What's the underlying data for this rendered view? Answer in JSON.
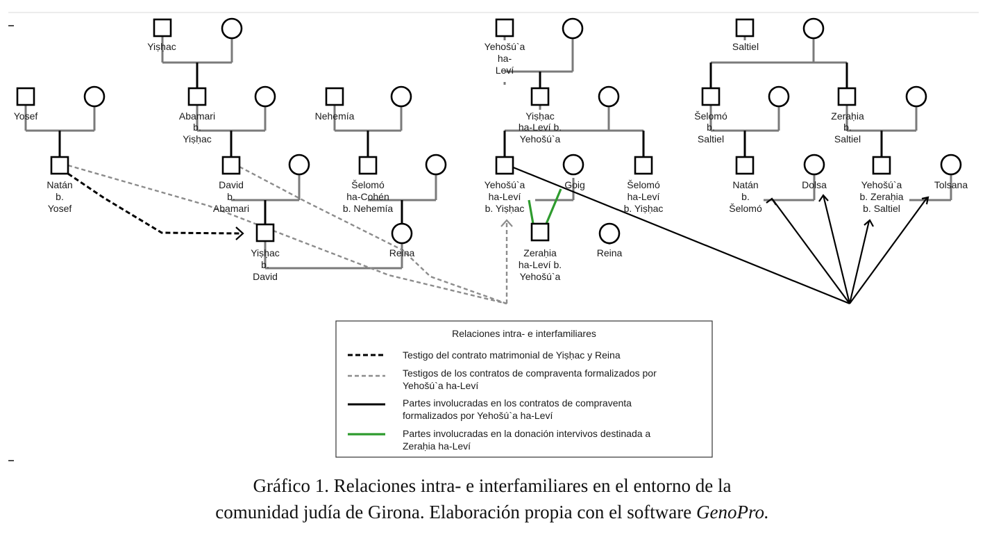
{
  "people": {
    "yishac_1": "Yiṣḥac",
    "yosef": "Yosef",
    "abamari": [
      "Abamari",
      "b.",
      "Yiṣḥac"
    ],
    "nehemia": "Nehemía",
    "natan_yosef": [
      "Natán",
      "b.",
      "Yosef"
    ],
    "david": [
      "David",
      "b.",
      "Abamari"
    ],
    "selomo_cohen": [
      "Šelomó",
      "ha-Cohén",
      "b. Nehemía"
    ],
    "yishac_david": [
      "Yiṣḥac",
      "b.",
      "David"
    ],
    "reina_1": "Reina",
    "yehosua_levi_1": [
      "Yehošú`a",
      "ha-",
      "Leví"
    ],
    "yishac_levi": [
      "Yiṣḥac",
      "ha-Leví b.",
      "Yehošú`a"
    ],
    "yehosua_levi_2": [
      "Yehošú`a",
      "ha-Leví",
      "b. Yiṣḥac"
    ],
    "goig": "Goig",
    "selomo_levi": [
      "Šelomó",
      "ha-Leví",
      "b. Yiṣḥac"
    ],
    "zerahia_levi": [
      "Zeraḥia",
      "ha-Leví b.",
      "Yehošú`a"
    ],
    "reina_2": "Reina",
    "saltiel": "Saltiel",
    "selomo_saltiel": [
      "Šelomó",
      "b.",
      "Saltiel"
    ],
    "zerahia_saltiel": [
      "Zeraḥia",
      "b.",
      "Saltiel"
    ],
    "natan_selomo": [
      "Natán",
      "b.",
      "Šelomó"
    ],
    "dolsa": "Dolsa",
    "yehosua_zerahia": [
      "Yehošú`a",
      "b. Zeraḥia",
      "b. Saltiel"
    ],
    "tolsana": "Tolsana"
  },
  "legend": {
    "title": "Relaciones intra- e interfamiliares",
    "items": [
      {
        "style": "dashed-black",
        "color": "#000000",
        "lines": [
          "Testigo del contrato matrimonial de Yiṣḥac y Reina"
        ]
      },
      {
        "style": "dashed-gray",
        "color": "#8c8c8c",
        "lines": [
          "Testigos de los contratos de compraventa formalizados por",
          "Yehošú`a ha-Leví"
        ]
      },
      {
        "style": "solid-black",
        "color": "#000000",
        "lines": [
          "Partes involucradas en los contratos de compraventa",
          "formalizados por Yehošú`a ha-Leví"
        ]
      },
      {
        "style": "solid-green",
        "color": "#2e9b2e",
        "lines": [
          "Partes involucradas en la donación intervivos destinada a",
          "Zeraḥia ha-Leví"
        ]
      }
    ]
  },
  "caption": {
    "line1": "Gráfico 1. Relaciones intra- e interfamiliares en el entorno de la",
    "line2_main": "comunidad judía de Girona. Elaboración propia con el software ",
    "line2_italic": "GenoPro."
  },
  "colors": {
    "kinship_line": "#7a7a7a",
    "dashed_black": "#000000",
    "dashed_gray": "#8c8c8c",
    "solid_black": "#000000",
    "green": "#2e9b2e"
  }
}
